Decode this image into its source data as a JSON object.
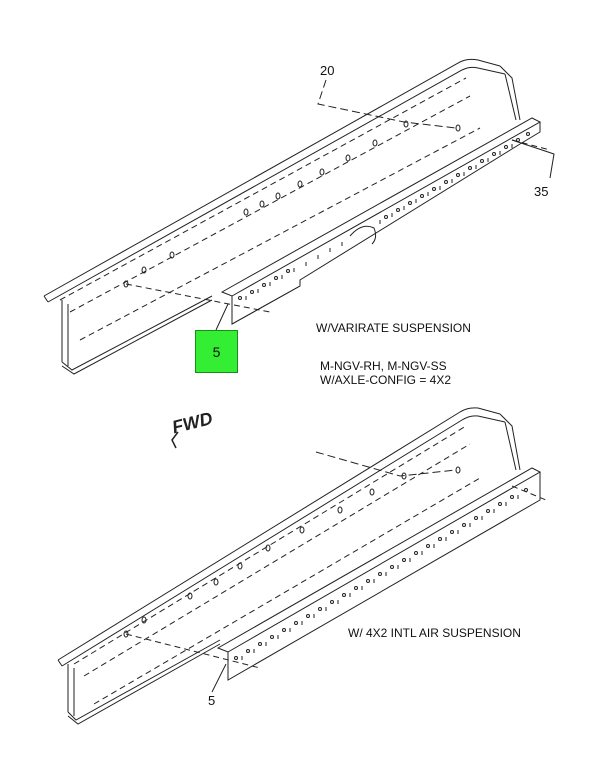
{
  "callouts": {
    "top_frame": "20",
    "top_bracket": "35",
    "top_highlight": "5",
    "bottom_bracket": "5"
  },
  "notes": {
    "varirate": "W/VARIRATE SUSPENSION",
    "models": "M-NGV-RH, M-NGV-SS",
    "axle_config": "W/AXLE-CONFIG = 4X2",
    "intl_air": "W/ 4X2 INTL AIR SUSPENSION"
  },
  "direction_marker": "FWD",
  "colors": {
    "highlight": "#33ee33",
    "linework": "#222222"
  }
}
